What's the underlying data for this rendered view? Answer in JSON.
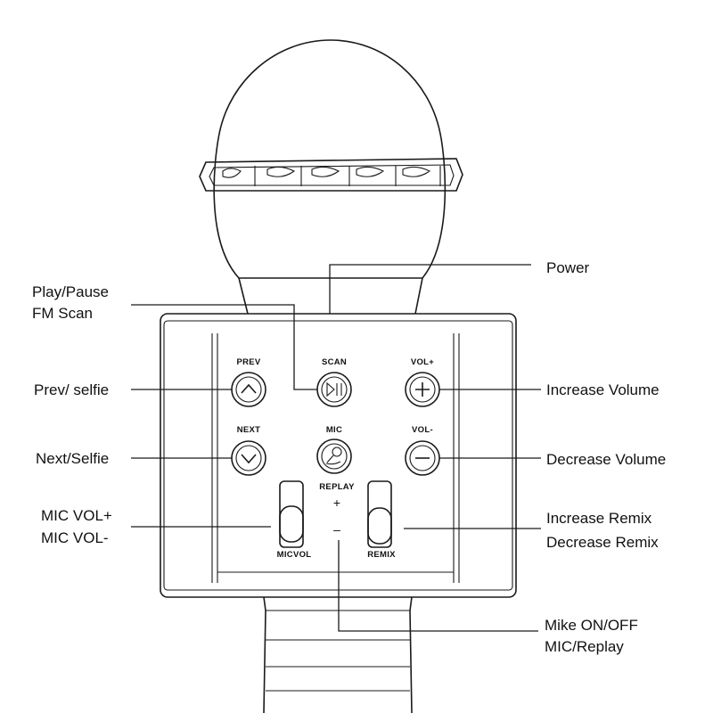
{
  "callouts": {
    "power": "Power",
    "play_pause": "Play/Pause",
    "fm_scan": "FM Scan",
    "prev_selfie": "Prev/ selfie",
    "next_selfie": "Next/Selfie",
    "mic_vol_up": "MIC VOL+",
    "mic_vol_down": "MIC VOL-",
    "increase_volume": "Increase Volume",
    "decrease_volume": "Decrease Volume",
    "increase_remix": "Increase Remix",
    "decrease_remix": "Decrease Remix",
    "mike_on_off": "Mike ON/OFF",
    "mic_replay": "MIC/Replay"
  },
  "buttons": {
    "prev": "PREV",
    "scan": "SCAN",
    "vol_up": "VOL+",
    "next": "NEXT",
    "mic": "MIC",
    "vol_down": "VOL-",
    "replay": "REPLAY",
    "plus": "+",
    "minus": "–",
    "micvol": "MICVOL",
    "remix": "REMIX"
  },
  "icons": {
    "prev": "chevron-up-icon",
    "scan": "play-pause-icon",
    "vol_up": "plus-icon",
    "next": "chevron-down-icon",
    "mic": "microphone-icon",
    "vol_down": "minus-icon"
  }
}
